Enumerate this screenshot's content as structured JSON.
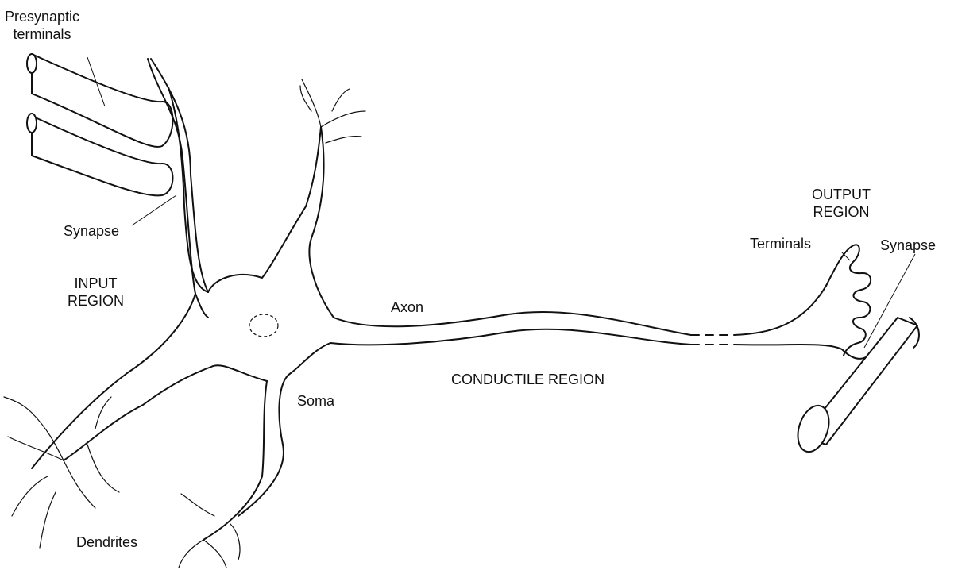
{
  "labels": {
    "presynaptic": [
      "Presynaptic",
      "terminals"
    ],
    "synapse_left": "Synapse",
    "input_region": [
      "INPUT",
      "REGION"
    ],
    "axon": "Axon",
    "soma": "Soma",
    "conductile_region": "CONDUCTILE REGION",
    "output_region": [
      "OUTPUT",
      "REGION"
    ],
    "terminals": "Terminals",
    "synapse_right": "Synapse",
    "dendrites": "Dendrites"
  }
}
